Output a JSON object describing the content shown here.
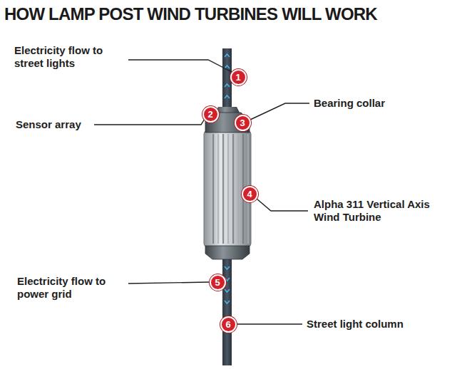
{
  "diagram": {
    "title": "HOW LAMP POST WIND TURBINES WILL WORK",
    "nodes": [
      {
        "text": [
          "1"
        ]
      },
      {
        "text": [
          "2"
        ]
      },
      {
        "text": [
          "3"
        ]
      },
      {
        "text": [
          "4"
        ]
      },
      {
        "text": [
          "5"
        ]
      },
      {
        "text": [
          "6"
        ]
      }
    ],
    "labels": [
      "Electricity flow to street lights",
      "Sensor array",
      "Bearing collar",
      "Alpha 311 Vertical Axis Wind Turbine",
      "Electricity flow to power grid",
      "Street light column"
    ]
  }
}
